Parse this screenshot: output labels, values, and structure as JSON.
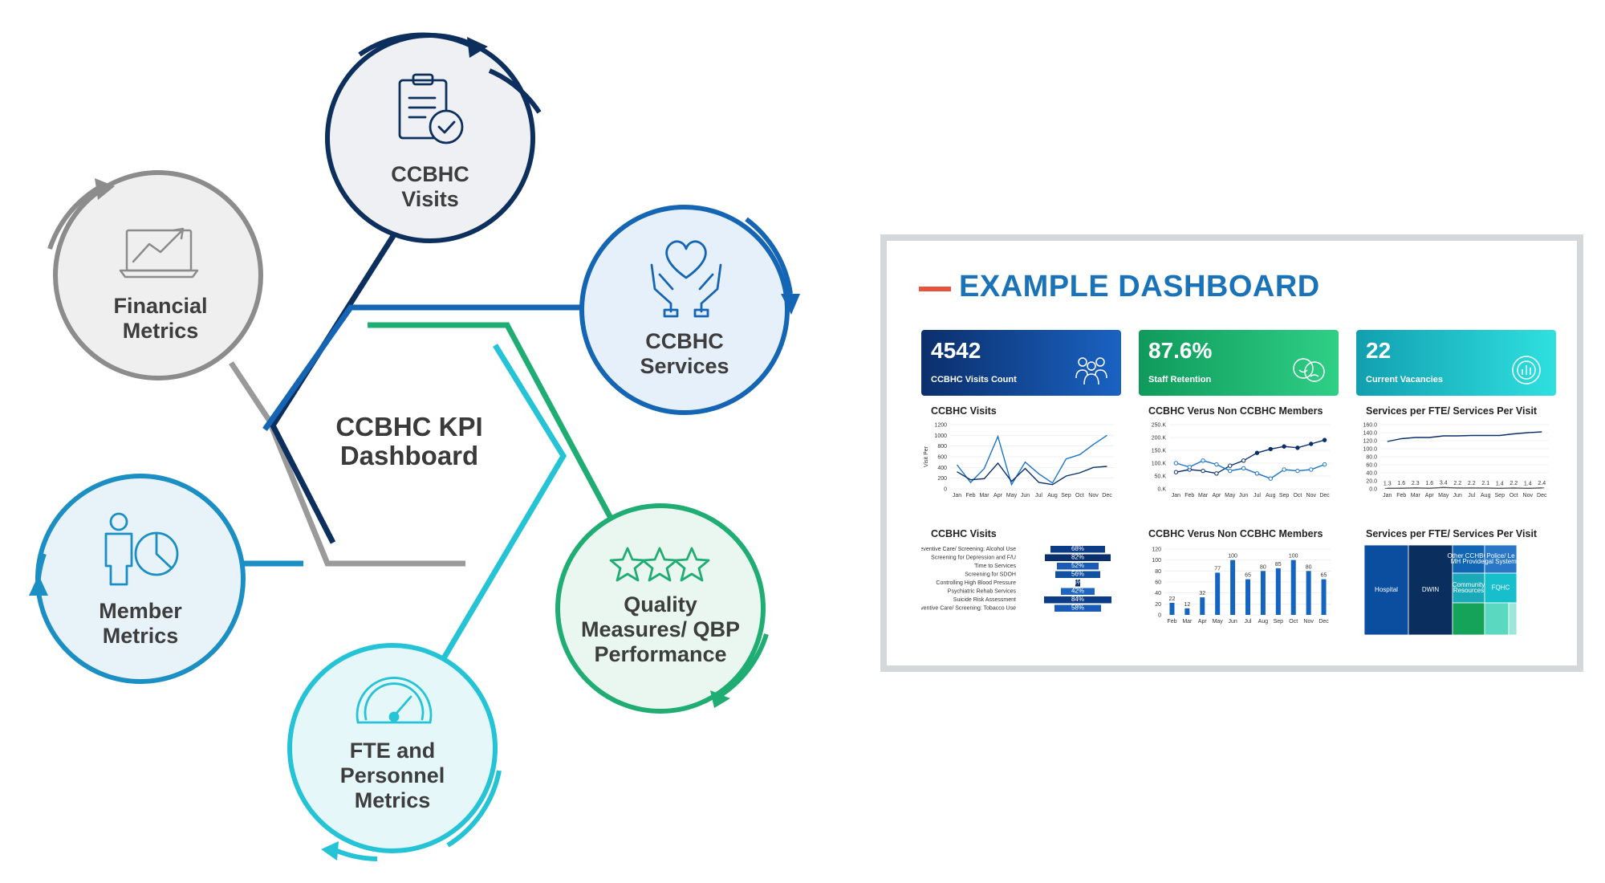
{
  "diagram": {
    "hub": {
      "line1": "CCBHC KPI",
      "line2": "Dashboard"
    },
    "nodes": {
      "financial": {
        "line1": "Financial",
        "line2": "Metrics",
        "icon": "growth-chart-laptop-icon",
        "color": "#8c8c8c"
      },
      "visits": {
        "line1": "CCBHC",
        "line2": "Visits",
        "icon": "clipboard-check-icon",
        "color": "#0d2f5e"
      },
      "services": {
        "line1": "CCBHC",
        "line2": "Services",
        "icon": "hands-heart-icon",
        "color": "#1565b5"
      },
      "quality": {
        "line1": "Quality",
        "line2": "Measures/ QBP",
        "line3": "Performance",
        "icon": "three-stars-icon",
        "color": "#1fad73"
      },
      "fte": {
        "line1": "FTE and",
        "line2": "Personnel",
        "line3": "Metrics",
        "icon": "gauge-icon",
        "color": "#25c3d6"
      },
      "member": {
        "line1": "Member",
        "line2": "Metrics",
        "icon": "person-pie-chart-icon",
        "color": "#1b8ec4"
      }
    }
  },
  "dashboard": {
    "title": "EXAMPLE DASHBOARD",
    "kpis": [
      {
        "value": "4542",
        "label": "CCBHC Visits Count",
        "icon": "group-icon"
      },
      {
        "value": "87.6%",
        "label": "Staff Retention",
        "icon": "faces-icon"
      },
      {
        "value": "22",
        "label": "Current Vacancies",
        "icon": "chart-circle-icon"
      }
    ],
    "panels": {
      "visits_line_title": "CCBHC Visits",
      "members_line_title": "CCBHC Verus Non CCBHC Members",
      "fte_line_title": "Services per FTE/ Services Per Visit",
      "visits_bar_title": "CCBHC Visits",
      "members_bar_title": "CCBHC Verus Non CCBHC Members",
      "fte_tree_title": "Services per FTE/ Services Per Visit"
    },
    "visits_ylabel": "Visit Per"
  },
  "chart_data": [
    {
      "type": "line",
      "title": "CCBHC Visits",
      "ylabel": "Visit Per",
      "categories": [
        "Jan",
        "Feb",
        "Mar",
        "Apr",
        "May",
        "Jun",
        "Jul",
        "Aug",
        "Sep",
        "Oct",
        "Nov",
        "Dec"
      ],
      "ylim": [
        0,
        1200
      ],
      "yticks": [
        "1200",
        "1000",
        "800",
        "600",
        "400",
        "200",
        "0"
      ],
      "series": [
        {
          "values": [
            450,
            120,
            380,
            980,
            80,
            500,
            280,
            110,
            560,
            640,
            830,
            1000
          ],
          "color": "#1a73c7"
        },
        {
          "values": [
            320,
            170,
            190,
            480,
            140,
            380,
            120,
            80,
            240,
            300,
            400,
            420
          ],
          "color": "#0b2f6b"
        }
      ]
    },
    {
      "type": "line",
      "title": "CCBHC Verus Non CCBHC Members",
      "categories": [
        "Jan",
        "Feb",
        "Mar",
        "Apr",
        "May",
        "Jun",
        "Jul",
        "Aug",
        "Sep",
        "Oct",
        "Nov",
        "Dec"
      ],
      "ylim": [
        0,
        250000
      ],
      "yticks": [
        "250.K",
        "200.K",
        "150.K",
        "100.K",
        "50.K",
        "0.K"
      ],
      "series": [
        {
          "values": [
            65000,
            75000,
            70000,
            60000,
            90000,
            110000,
            140000,
            155000,
            165000,
            160000,
            175000,
            190000
          ],
          "color": "#0b2f6b"
        },
        {
          "values": [
            100000,
            85000,
            110000,
            95000,
            70000,
            80000,
            60000,
            40000,
            75000,
            70000,
            75000,
            95000
          ],
          "color": "#1a73c7"
        }
      ]
    },
    {
      "type": "line",
      "title": "Services per FTE/ Services Per Visit",
      "categories": [
        "Jan",
        "Feb",
        "Mar",
        "Apr",
        "May",
        "Jun",
        "Jul",
        "Aug",
        "Sep",
        "Oct",
        "Nov",
        "Dec"
      ],
      "ylim": [
        0,
        160
      ],
      "yticks": [
        "160.0",
        "140.0",
        "120.0",
        "100.0",
        "80.0",
        "60.0",
        "40.0",
        "20.0",
        "0.0"
      ],
      "series": [
        {
          "values": [
            118,
            125,
            128,
            128,
            132,
            132,
            133,
            133,
            133,
            137,
            140,
            142
          ],
          "color": "#0b2f6b"
        },
        {
          "values": [
            1.3,
            1.6,
            2.3,
            1.6,
            3.4,
            2.2,
            2.2,
            2.1,
            1.4,
            2.2,
            1.4,
            2.4
          ],
          "color": "#555555",
          "labels": [
            "1.3",
            "1.6",
            "2.3",
            "1.6",
            "3.4",
            "2.2",
            "2.2",
            "2.1",
            "1.4",
            "2.2",
            "1.4",
            "2.4"
          ]
        }
      ]
    },
    {
      "type": "bar",
      "title": "CCBHC Visits",
      "orientation": "horizontal",
      "categories": [
        "Preventive Care/ Screening: Alcohol Use",
        "Screening for Depression and F/U",
        "Time to Services",
        "Screening for SDOH",
        "Controlling High Blood Pressure",
        "Psychiatric Rehab Services",
        "Suicide Risk Assessment",
        "Preventive Care/ Screening: Tobacco Use"
      ],
      "values": [
        68,
        82,
        52,
        56,
        6,
        42,
        84,
        58
      ],
      "labels": [
        "68%",
        "82%",
        "52%",
        "56%",
        "6%",
        "42%",
        "84%",
        "58%"
      ]
    },
    {
      "type": "bar",
      "title": "CCBHC Verus Non CCBHC Members",
      "categories": [
        "Feb",
        "Mar",
        "Apr",
        "May",
        "Jun",
        "Jul",
        "Aug",
        "Sep",
        "Oct",
        "Nov",
        "Dec"
      ],
      "values": [
        22,
        12,
        32,
        77,
        100,
        65,
        80,
        85,
        100,
        80,
        65
      ],
      "labels": [
        "22",
        "12",
        "32",
        "77",
        "100",
        "65",
        "80",
        "85",
        "100",
        "80",
        "65"
      ],
      "ylim": [
        0,
        120
      ],
      "yticks": [
        "120",
        "100",
        "80",
        "60",
        "40",
        "20",
        "0"
      ]
    },
    {
      "type": "heatmap",
      "title": "Services per FTE/ Services Per Visit",
      "tiles": [
        {
          "label": "Hospital",
          "color": "#0b4ea0"
        },
        {
          "label": "DWIN",
          "color": "#0a2f5f"
        },
        {
          "label": "Other CCHBC/ MH Provider",
          "color": "#1166b3"
        },
        {
          "label": "Police/ Legal System",
          "color": "#2a77c8"
        },
        {
          "label": "Community Resources",
          "color": "#1aa9b8"
        },
        {
          "label": "FQHC",
          "color": "#17bfcd"
        },
        {
          "label": "",
          "color": "#15a35a"
        },
        {
          "label": "",
          "color": "#5ad9c0"
        },
        {
          "label": "",
          "color": "#9ce6dc"
        }
      ]
    }
  ]
}
